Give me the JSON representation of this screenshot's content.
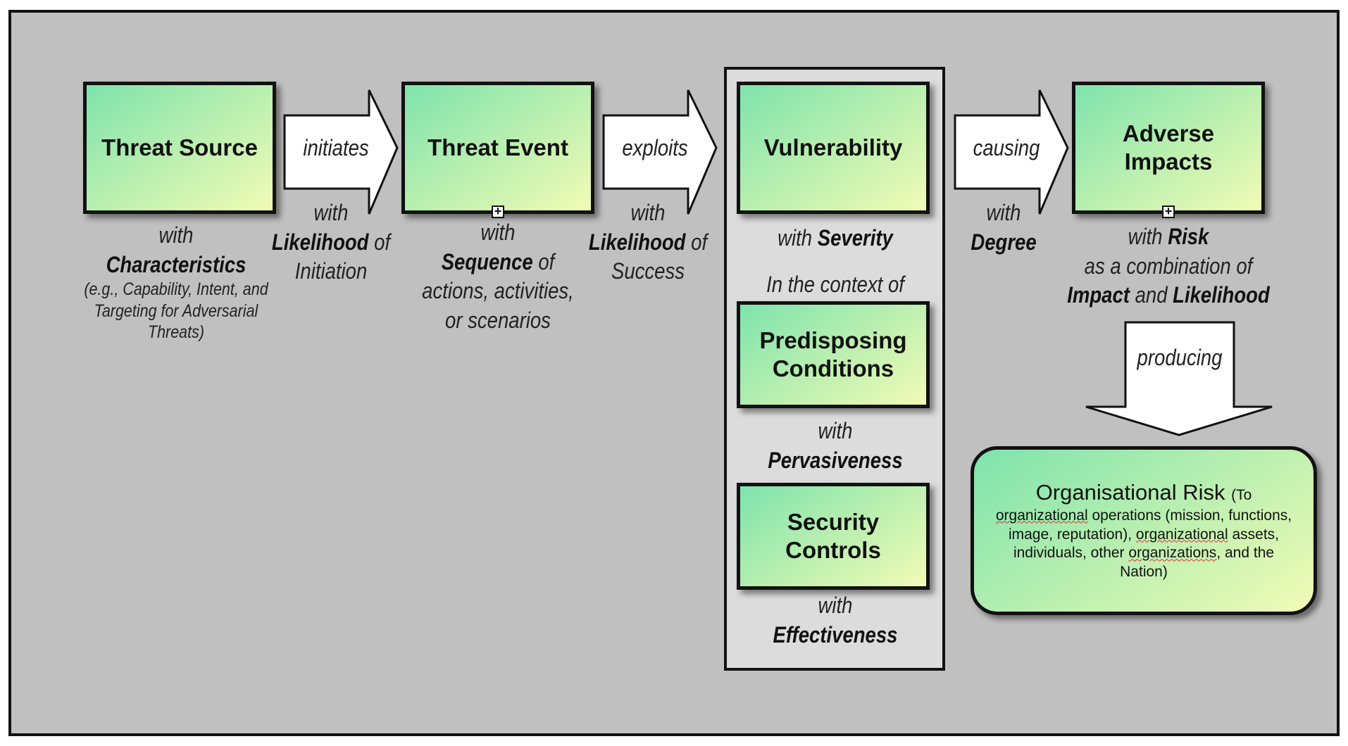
{
  "nodes": {
    "threat_source": "Threat Source",
    "threat_event": "Threat Event",
    "vulnerability": "Vulnerability",
    "adverse_impacts": "Adverse Impacts",
    "predisposing_conditions": "Predisposing Conditions",
    "security_controls": "Security Controls"
  },
  "edges": {
    "initiates": "initiates",
    "exploits": "exploits",
    "causing": "causing",
    "producing": "producing"
  },
  "labels": {
    "with": "with",
    "of": "of",
    "characteristics": "Characteristics",
    "characteristics_examples": [
      "(e.g., Capability, Intent, and",
      "Targeting for Adversarial",
      "Threats)"
    ],
    "likelihood": "Likelihood",
    "initiation": "Initiation",
    "sequence": "Sequence",
    "sequence_rest": [
      "actions, activities,",
      "or scenarios"
    ],
    "success": "Success",
    "severity": "Severity",
    "in_context": "In the context of",
    "pervasiveness": "Pervasiveness",
    "effectiveness": "Effectiveness",
    "degree": "Degree",
    "risk": "Risk",
    "combination": "as a combination of",
    "impact": "Impact",
    "and": "and"
  },
  "organisational_risk": {
    "title": "Organisational Risk",
    "t_open": "(To",
    "w_organizational": "organizational",
    "t_line2_rest": " operations (mission, functions,",
    "t_line3_start": "image, reputation), ",
    "t_line3_end": " assets,",
    "t_line4_start": "individuals, other ",
    "w_organizations": "organizations",
    "t_line4_end": ", and the",
    "t_line5": "Nation)"
  },
  "colors": {
    "background": "#c0c0c0",
    "context_panel": "#dcdcdc",
    "box_gradient_start": "#7ee3ad",
    "box_gradient_end": "#f2fbb6"
  }
}
